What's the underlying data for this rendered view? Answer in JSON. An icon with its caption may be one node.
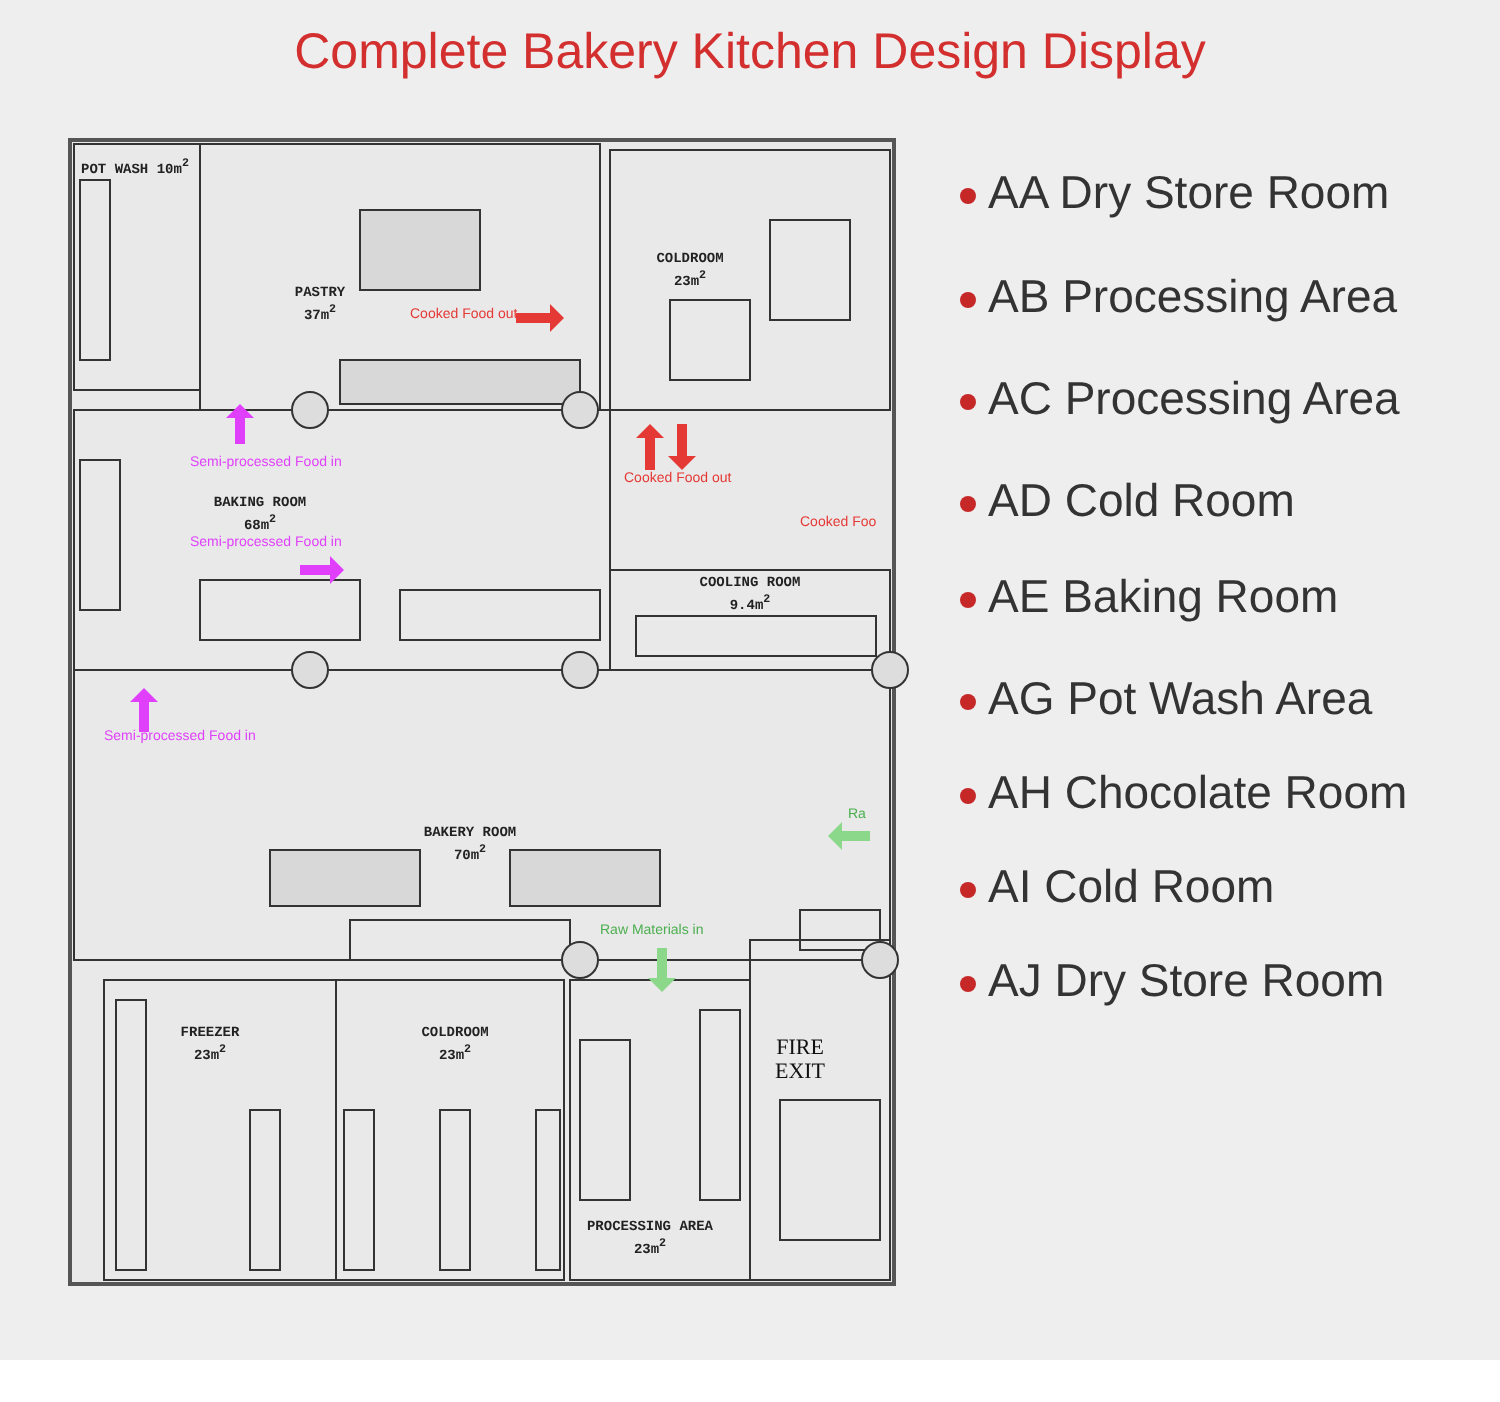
{
  "diagram": {
    "title": "Complete Bakery Kitchen Design Display",
    "labels": [
      "POT WASH 10m$^{2}$",
      "PASTRY 37m$^{2}$",
      "Cooked Food out",
      "COLDROOM 23m$^{2}$",
      "Semi-processed Food in",
      "Cooked Food out",
      "BAKING ROOM 68m$^{2}$",
      "Semi-processed Food in",
      "Cooked Foo",
      "COOLING ROOM 9.4m$^{2}$",
      "Semi-processed Food in",
      "BAKERY ROOM 70m$^{2}$",
      "Ra",
      "Raw Materials in",
      "FREEZER 23m$^{2}$",
      "COLDROOM 23m$^{2}$",
      "FIRE EXIT",
      "PROCESSING AREA 23m$^{2}$",
      "AA Dry Store Room",
      "AB Processing Area",
      "AC Processing Area",
      "AD Cold Room",
      "AE Baking Room",
      "AG Pot Wash Area",
      "AH Chocolate Room",
      "AI Cold Room",
      "AJ Dry Store Room"
    ]
  }
}
